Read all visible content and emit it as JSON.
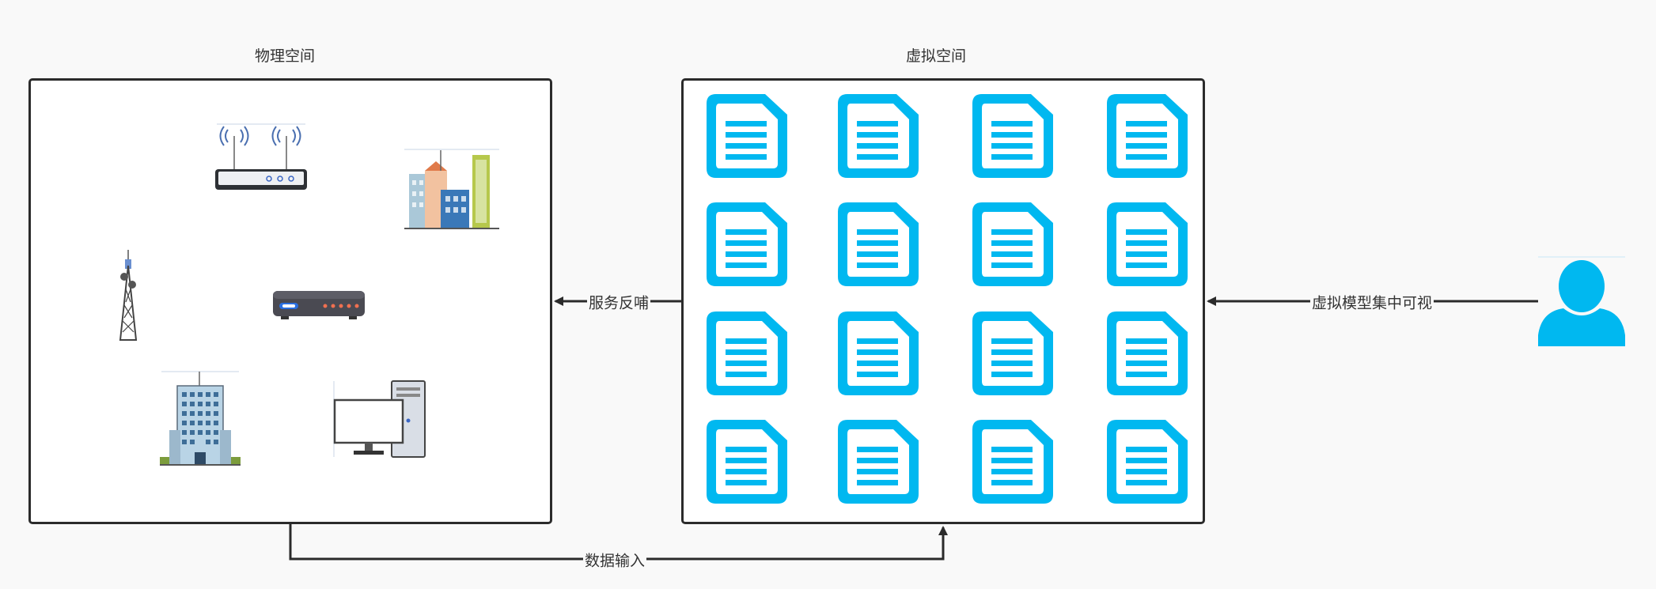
{
  "diagram": {
    "physical_space": {
      "title": "物理空间"
    },
    "virtual_space": {
      "title": "虚拟空间"
    },
    "edges": {
      "service_feedback": "服务反哺",
      "data_input": "数据输入",
      "visualization": "虚拟模型集中可视"
    },
    "devices": [
      "wifi-router-icon",
      "city-buildings-icon",
      "radio-tower-icon",
      "modem-icon",
      "office-building-icon",
      "desktop-computer-icon"
    ],
    "documents": {
      "rows": 4,
      "cols": 4,
      "icon": "document-icon"
    },
    "user": {
      "icon": "user-icon"
    },
    "colors": {
      "accent": "#00b8f0",
      "stroke": "#2b2b2b",
      "background": "#f9f9f9"
    }
  }
}
